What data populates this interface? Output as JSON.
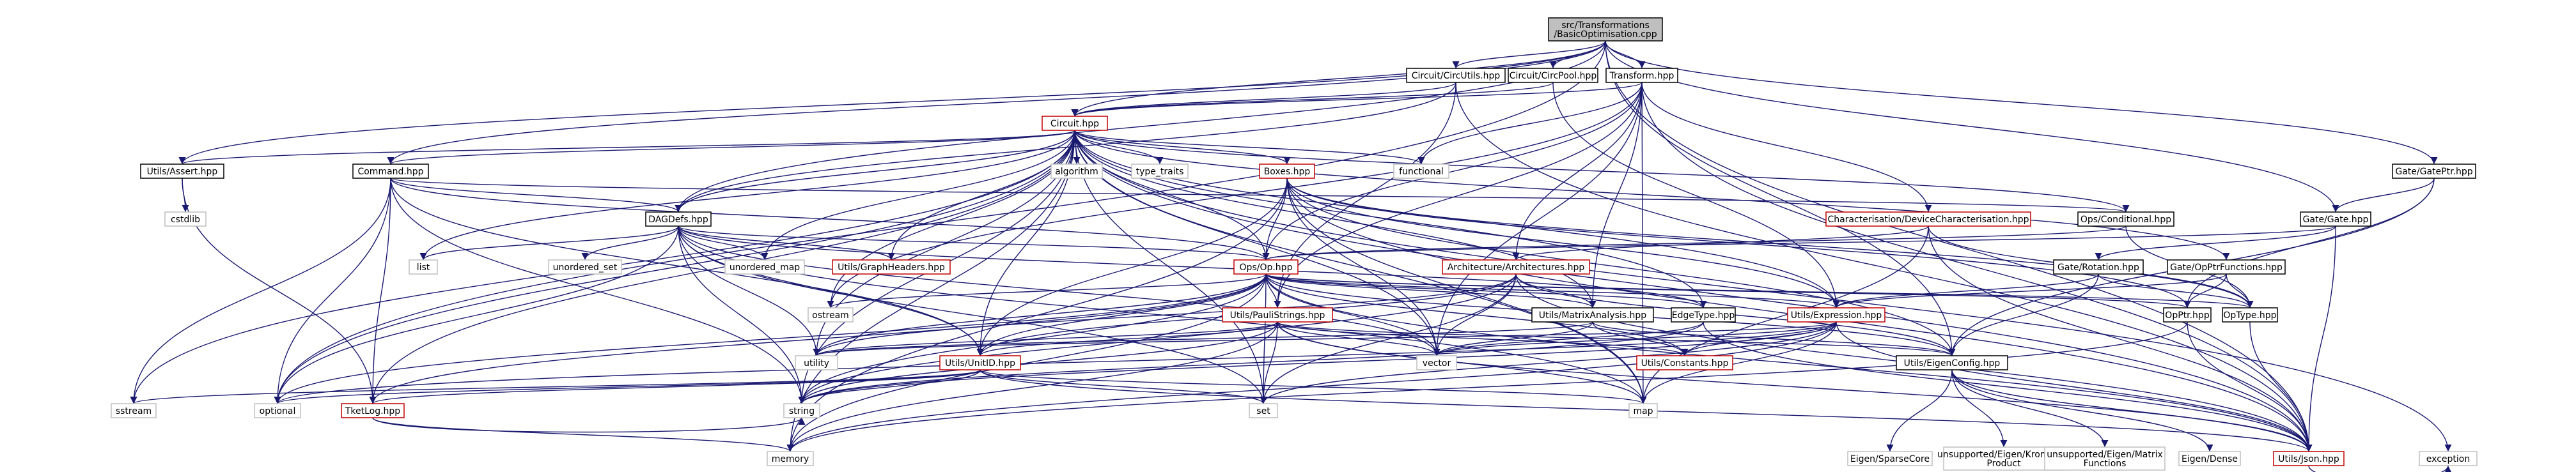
{
  "diagram": {
    "title": "",
    "colors": {
      "root_fill": "#bfbfbf",
      "box_border_black": "#000000",
      "box_border_red": "#c00000",
      "box_border_grey": "#bfbfbf",
      "text_black": "#000000",
      "edge": "#191970"
    },
    "nodes": [
      {
        "id": "root",
        "label": "src/Transformations\n/BasicOptimisation.cpp",
        "style": "root"
      },
      {
        "id": "circutils",
        "label": "Circuit/CircUtils.hpp",
        "style": "black"
      },
      {
        "id": "circpool",
        "label": "Circuit/CircPool.hpp",
        "style": "black"
      },
      {
        "id": "transform",
        "label": "Transform.hpp",
        "style": "black"
      },
      {
        "id": "circuit",
        "label": "Circuit.hpp",
        "style": "red"
      },
      {
        "id": "assert",
        "label": "Utils/Assert.hpp",
        "style": "black"
      },
      {
        "id": "command",
        "label": "Command.hpp",
        "style": "black"
      },
      {
        "id": "dagdefs",
        "label": "DAGDefs.hpp",
        "style": "black"
      },
      {
        "id": "algorithm",
        "label": "algorithm",
        "style": "grey"
      },
      {
        "id": "type_traits",
        "label": "type_traits",
        "style": "grey"
      },
      {
        "id": "functional",
        "label": "functional",
        "style": "grey"
      },
      {
        "id": "boxes",
        "label": "Boxes.hpp",
        "style": "red"
      },
      {
        "id": "charact",
        "label": "Characterisation/DeviceCharacterisation.hpp",
        "style": "red"
      },
      {
        "id": "conditional",
        "label": "Ops/Conditional.hpp",
        "style": "black"
      },
      {
        "id": "gateptr",
        "label": "Gate/GatePtr.hpp",
        "style": "black"
      },
      {
        "id": "gate",
        "label": "Gate/Gate.hpp",
        "style": "black"
      },
      {
        "id": "cstdlib",
        "label": "cstdlib",
        "style": "grey"
      },
      {
        "id": "list",
        "label": "list",
        "style": "grey"
      },
      {
        "id": "unordered_set",
        "label": "unordered_set",
        "style": "grey"
      },
      {
        "id": "unordered_map",
        "label": "unordered_map",
        "style": "grey"
      },
      {
        "id": "graphheaders",
        "label": "Utils/GraphHeaders.hpp",
        "style": "red"
      },
      {
        "id": "op",
        "label": "Ops/Op.hpp",
        "style": "red"
      },
      {
        "id": "arch",
        "label": "Architecture/Architectures.hpp",
        "style": "red"
      },
      {
        "id": "rotation",
        "label": "Gate/Rotation.hpp",
        "style": "black"
      },
      {
        "id": "opptrfunc",
        "label": "Gate/OpPtrFunctions.hpp",
        "style": "black"
      },
      {
        "id": "ostream",
        "label": "ostream",
        "style": "grey"
      },
      {
        "id": "paulistrings",
        "label": "Utils/PauliStrings.hpp",
        "style": "red"
      },
      {
        "id": "matrixanalysis",
        "label": "Utils/MatrixAnalysis.hpp",
        "style": "black"
      },
      {
        "id": "edgetype",
        "label": "EdgeType.hpp",
        "style": "black"
      },
      {
        "id": "expression",
        "label": "Utils/Expression.hpp",
        "style": "red"
      },
      {
        "id": "opptr",
        "label": "OpPtr.hpp",
        "style": "black"
      },
      {
        "id": "optype",
        "label": "OpType.hpp",
        "style": "black"
      },
      {
        "id": "utility",
        "label": "utility",
        "style": "grey"
      },
      {
        "id": "unitid",
        "label": "Utils/UnitID.hpp",
        "style": "red"
      },
      {
        "id": "vector",
        "label": "vector",
        "style": "grey"
      },
      {
        "id": "constants",
        "label": "Utils/Constants.hpp",
        "style": "red"
      },
      {
        "id": "eigenconfig",
        "label": "Utils/EigenConfig.hpp",
        "style": "black"
      },
      {
        "id": "sstream",
        "label": "sstream",
        "style": "grey"
      },
      {
        "id": "optional",
        "label": "optional",
        "style": "grey"
      },
      {
        "id": "tketlog",
        "label": "TketLog.hpp",
        "style": "red"
      },
      {
        "id": "string",
        "label": "string",
        "style": "grey"
      },
      {
        "id": "set",
        "label": "set",
        "style": "grey"
      },
      {
        "id": "map",
        "label": "map",
        "style": "grey"
      },
      {
        "id": "eigensparse",
        "label": "Eigen/SparseCore",
        "style": "grey"
      },
      {
        "id": "eigenkron",
        "label": "unsupported/Eigen/Kronecker\nProduct",
        "style": "grey"
      },
      {
        "id": "eigenmatfunc",
        "label": "unsupported/Eigen/Matrix\nFunctions",
        "style": "grey"
      },
      {
        "id": "eigendense",
        "label": "Eigen/Dense",
        "style": "grey"
      },
      {
        "id": "json",
        "label": "Utils/Json.hpp",
        "style": "red"
      },
      {
        "id": "memory",
        "label": "memory",
        "style": "grey"
      },
      {
        "id": "exception",
        "label": "exception",
        "style": "grey"
      }
    ],
    "edges": [
      [
        "root",
        "circutils"
      ],
      [
        "root",
        "circpool"
      ],
      [
        "root",
        "transform"
      ],
      [
        "root",
        "circuit"
      ],
      [
        "root",
        "assert"
      ],
      [
        "root",
        "command"
      ],
      [
        "root",
        "dagdefs"
      ],
      [
        "root",
        "optional"
      ],
      [
        "root",
        "gateptr"
      ],
      [
        "root",
        "gate"
      ],
      [
        "root",
        "json"
      ],
      [
        "root",
        "eigenconfig"
      ],
      [
        "circutils",
        "circuit"
      ],
      [
        "circutils",
        "paulistrings"
      ],
      [
        "circutils",
        "dagdefs"
      ],
      [
        "circutils",
        "json"
      ],
      [
        "circpool",
        "circuit"
      ],
      [
        "circpool",
        "expression"
      ],
      [
        "transform",
        "circuit"
      ],
      [
        "transform",
        "charact"
      ],
      [
        "transform",
        "arch"
      ],
      [
        "transform",
        "functional"
      ],
      [
        "transform",
        "matrixanalysis"
      ],
      [
        "transform",
        "vector"
      ],
      [
        "transform",
        "map"
      ],
      [
        "transform",
        "json"
      ],
      [
        "transform",
        "paulistrings"
      ],
      [
        "transform",
        "op"
      ],
      [
        "transform",
        "ostream"
      ],
      [
        "circuit",
        "assert"
      ],
      [
        "circuit",
        "command"
      ],
      [
        "circuit",
        "dagdefs"
      ],
      [
        "circuit",
        "algorithm"
      ],
      [
        "circuit",
        "type_traits"
      ],
      [
        "circuit",
        "functional"
      ],
      [
        "circuit",
        "boxes"
      ],
      [
        "circuit",
        "conditional"
      ],
      [
        "circuit",
        "json"
      ],
      [
        "circuit",
        "exception"
      ],
      [
        "circuit",
        "memory"
      ],
      [
        "circuit",
        "sstream"
      ],
      [
        "circuit",
        "optional"
      ],
      [
        "circuit",
        "tketlog"
      ],
      [
        "circuit",
        "string"
      ],
      [
        "circuit",
        "unitid"
      ],
      [
        "circuit",
        "vector"
      ],
      [
        "circuit",
        "utility"
      ],
      [
        "circuit",
        "list"
      ],
      [
        "circuit",
        "unordered_map"
      ],
      [
        "circuit",
        "graphheaders"
      ],
      [
        "circuit",
        "op"
      ],
      [
        "circuit",
        "opptrfunc"
      ],
      [
        "circuit",
        "edgetype"
      ],
      [
        "circuit",
        "set"
      ],
      [
        "circuit",
        "map"
      ],
      [
        "circuit",
        "expression"
      ],
      [
        "circuit",
        "matrixanalysis"
      ],
      [
        "circuit",
        "ostream"
      ],
      [
        "assert",
        "cstdlib"
      ],
      [
        "assert",
        "tketlog"
      ],
      [
        "command",
        "dagdefs"
      ],
      [
        "command",
        "unitid"
      ],
      [
        "command",
        "optional"
      ],
      [
        "command",
        "sstream"
      ],
      [
        "command",
        "tketlog"
      ],
      [
        "command",
        "string"
      ],
      [
        "command",
        "op"
      ],
      [
        "command",
        "conditional"
      ],
      [
        "dagdefs",
        "list"
      ],
      [
        "dagdefs",
        "unordered_set"
      ],
      [
        "dagdefs",
        "unordered_map"
      ],
      [
        "dagdefs",
        "graphheaders"
      ],
      [
        "dagdefs",
        "op"
      ],
      [
        "dagdefs",
        "edgetype"
      ],
      [
        "dagdefs",
        "unitid"
      ],
      [
        "dagdefs",
        "utility"
      ],
      [
        "dagdefs",
        "optional"
      ],
      [
        "dagdefs",
        "string"
      ],
      [
        "dagdefs",
        "set"
      ],
      [
        "dagdefs",
        "map"
      ],
      [
        "dagdefs",
        "vector"
      ],
      [
        "boxes",
        "op"
      ],
      [
        "boxes",
        "unitid"
      ],
      [
        "boxes",
        "eigenconfig"
      ],
      [
        "boxes",
        "json"
      ],
      [
        "boxes",
        "expression"
      ],
      [
        "boxes",
        "opptr"
      ],
      [
        "boxes",
        "optype"
      ],
      [
        "boxes",
        "map"
      ],
      [
        "boxes",
        "vector"
      ],
      [
        "boxes",
        "memory"
      ],
      [
        "charact",
        "arch"
      ],
      [
        "charact",
        "map"
      ],
      [
        "charact",
        "json"
      ],
      [
        "charact",
        "optype"
      ],
      [
        "conditional",
        "op"
      ],
      [
        "conditional",
        "optype"
      ],
      [
        "gateptr",
        "gate"
      ],
      [
        "gateptr",
        "opptr"
      ],
      [
        "gateptr",
        "eigenconfig"
      ],
      [
        "gate",
        "op"
      ],
      [
        "gate",
        "json"
      ],
      [
        "gate",
        "rotation"
      ],
      [
        "op",
        "paulistrings"
      ],
      [
        "op",
        "matrixanalysis"
      ],
      [
        "op",
        "edgetype"
      ],
      [
        "op",
        "expression"
      ],
      [
        "op",
        "opptr"
      ],
      [
        "op",
        "optype"
      ],
      [
        "op",
        "unitid"
      ],
      [
        "op",
        "constants"
      ],
      [
        "op",
        "eigenconfig"
      ],
      [
        "op",
        "json"
      ],
      [
        "op",
        "vector"
      ],
      [
        "op",
        "utility"
      ],
      [
        "op",
        "string"
      ],
      [
        "op",
        "optional"
      ],
      [
        "op",
        "memory"
      ],
      [
        "op",
        "ostream"
      ],
      [
        "op",
        "set"
      ],
      [
        "op",
        "tketlog"
      ],
      [
        "arch",
        "unitid"
      ],
      [
        "arch",
        "json"
      ],
      [
        "arch",
        "vector"
      ],
      [
        "arch",
        "set"
      ],
      [
        "arch",
        "utility"
      ],
      [
        "arch",
        "string"
      ],
      [
        "arch",
        "eigenconfig"
      ],
      [
        "arch",
        "matrixanalysis"
      ],
      [
        "rotation",
        "expression"
      ],
      [
        "rotation",
        "optype"
      ],
      [
        "rotation",
        "eigenconfig"
      ],
      [
        "opptrfunc",
        "opptr"
      ],
      [
        "opptrfunc",
        "optype"
      ],
      [
        "opptrfunc",
        "expression"
      ],
      [
        "paulistrings",
        "unitid"
      ],
      [
        "paulistrings",
        "constants"
      ],
      [
        "paulistrings",
        "eigenconfig"
      ],
      [
        "paulistrings",
        "json"
      ],
      [
        "paulistrings",
        "vector"
      ],
      [
        "paulistrings",
        "set"
      ],
      [
        "paulistrings",
        "map"
      ],
      [
        "paulistrings",
        "utility"
      ],
      [
        "paulistrings",
        "string"
      ],
      [
        "paulistrings",
        "memory"
      ],
      [
        "matrixanalysis",
        "eigenconfig"
      ],
      [
        "matrixanalysis",
        "constants"
      ],
      [
        "matrixanalysis",
        "vector"
      ],
      [
        "matrixanalysis",
        "utility"
      ],
      [
        "edgetype",
        "json"
      ],
      [
        "edgetype",
        "vector"
      ],
      [
        "edgetype",
        "string"
      ],
      [
        "expression",
        "constants"
      ],
      [
        "expression",
        "json"
      ],
      [
        "expression",
        "vector"
      ],
      [
        "expression",
        "set"
      ],
      [
        "expression",
        "map"
      ],
      [
        "expression",
        "string"
      ],
      [
        "expression",
        "optional"
      ],
      [
        "expression",
        "utility"
      ],
      [
        "expression",
        "memory"
      ],
      [
        "opptr",
        "json"
      ],
      [
        "opptr",
        "memory"
      ],
      [
        "optype",
        "json"
      ],
      [
        "unitid",
        "json"
      ],
      [
        "unitid",
        "tketlog"
      ],
      [
        "unitid",
        "string"
      ],
      [
        "unitid",
        "map"
      ],
      [
        "unitid",
        "set"
      ],
      [
        "unitid",
        "optional"
      ],
      [
        "unitid",
        "sstream"
      ],
      [
        "eigenconfig",
        "eigensparse"
      ],
      [
        "eigenconfig",
        "eigenkron"
      ],
      [
        "eigenconfig",
        "eigenmatfunc"
      ],
      [
        "eigenconfig",
        "eigendense"
      ],
      [
        "eigenconfig",
        "json"
      ],
      [
        "tketlog",
        "memory"
      ],
      [
        "tketlog",
        "string"
      ],
      [
        "json",
        "exception"
      ]
    ]
  }
}
